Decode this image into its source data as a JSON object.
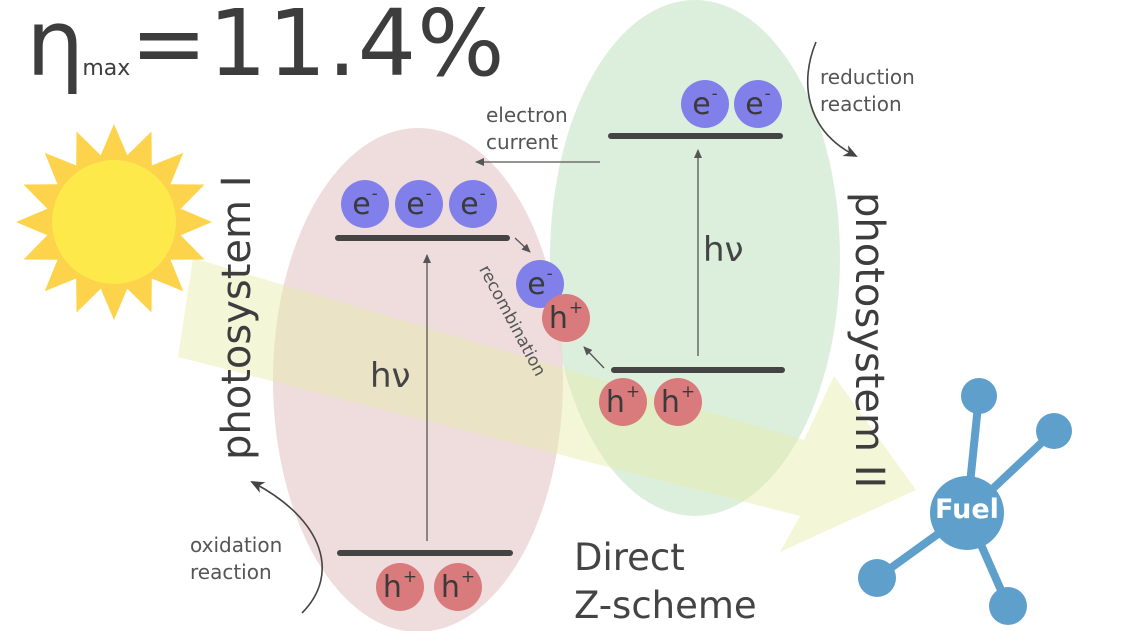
{
  "efficiency": {
    "symbol": "η",
    "subscript": "max",
    "value": "=11.4%"
  },
  "photosystem_1": {
    "label": "photosystem I",
    "hv": "hν"
  },
  "photosystem_2": {
    "label": "photosystem II",
    "hv": "hν"
  },
  "particles": {
    "electron": "e",
    "electron_sup": "-",
    "hole": "h",
    "hole_sup": "+"
  },
  "annotations": {
    "electron_current": [
      "electron",
      "current"
    ],
    "reduction_reaction": [
      "reduction",
      "reaction"
    ],
    "oxidation_reaction": [
      "oxidation",
      "reaction"
    ],
    "recombination": "recombination"
  },
  "scheme": {
    "line1": "Direct",
    "line2": "Z-scheme"
  },
  "fuel": {
    "label": "Fuel"
  },
  "colors": {
    "ps1_fill": "#ecd7d7",
    "ps2_fill": "#d6ecd6",
    "electron": "#8180ea",
    "hole": "#d97a7c",
    "sun": "#fde94a",
    "sun_rays": "#fcd34a",
    "light_arrow": "#eef0cc",
    "fuel": "#5f9fcb",
    "levels": "#444444"
  }
}
